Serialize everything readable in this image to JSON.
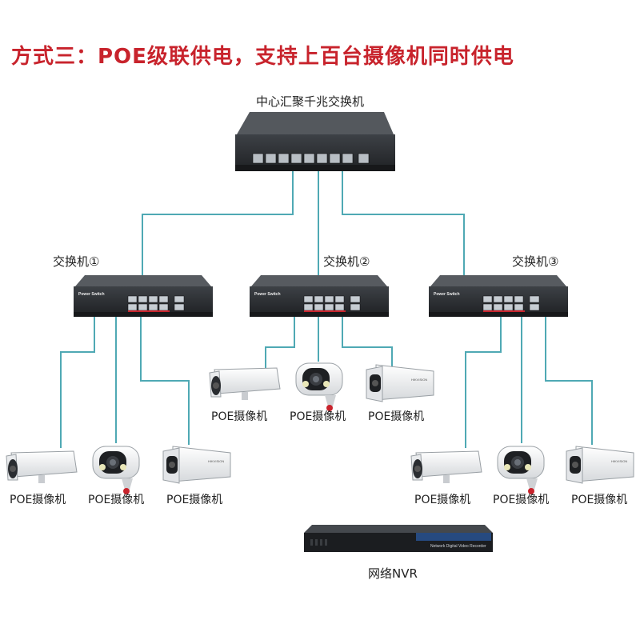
{
  "title": "方式三：POE级联供电，支持上百台摄像机同时供电",
  "core_switch": {
    "label": "中心汇聚千兆交换机"
  },
  "switches": [
    {
      "label": "交换机①",
      "brand": "Power Switch"
    },
    {
      "label": "交换机②",
      "brand": "Power Switch"
    },
    {
      "label": "交换机③",
      "brand": "Power Switch"
    }
  ],
  "camera_label": "POE摄像机",
  "nvr": {
    "label": "网络NVR",
    "panel_text": "Network Digital Video Recorder"
  },
  "colors": {
    "title": "#c8232c",
    "cable": "#4fa9b4",
    "device": "#2a2d31"
  }
}
